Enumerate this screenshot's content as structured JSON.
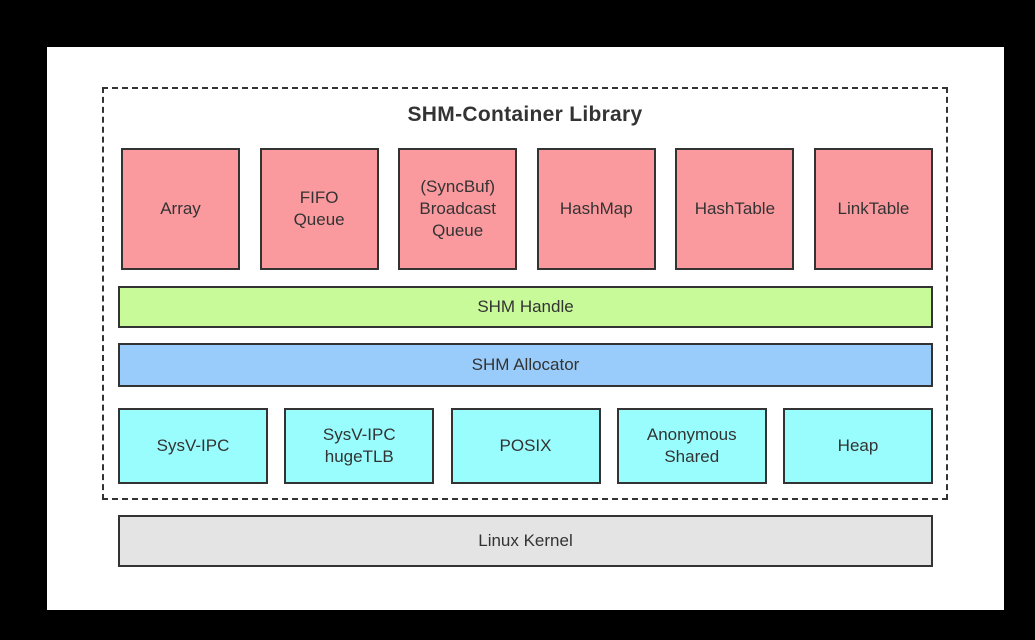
{
  "diagram": {
    "title": "SHM-Container Library",
    "colors": {
      "container_fill": "#fb9a9e",
      "handle_fill": "#c9fa99",
      "allocator_fill": "#9accfb",
      "backend_fill": "#9afdfd",
      "kernel_fill": "#e4e4e4",
      "border": "#333333",
      "text": "#333333",
      "canvas_background": "#ffffff",
      "frame_background": "#000000"
    },
    "containers": [
      {
        "label": "Array"
      },
      {
        "label": "FIFO\nQueue"
      },
      {
        "label": "(SyncBuf)\nBroadcast\nQueue"
      },
      {
        "label": "HashMap"
      },
      {
        "label": "HashTable"
      },
      {
        "label": "LinkTable"
      }
    ],
    "layers": {
      "handle": {
        "label": "SHM Handle"
      },
      "allocator": {
        "label": "SHM Allocator"
      }
    },
    "backends": [
      {
        "label": "SysV-IPC"
      },
      {
        "label": "SysV-IPC\nhugeTLB"
      },
      {
        "label": "POSIX"
      },
      {
        "label": "Anonymous\nShared"
      },
      {
        "label": "Heap"
      }
    ],
    "kernel": {
      "label": "Linux Kernel"
    }
  }
}
